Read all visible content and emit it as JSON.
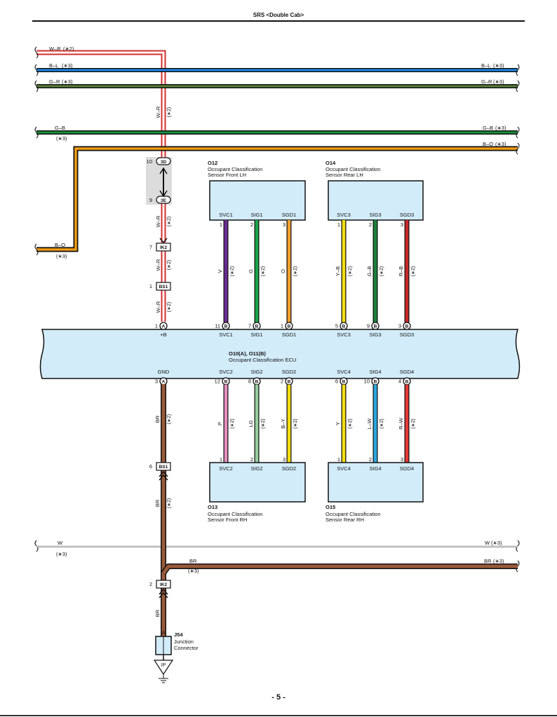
{
  "header": {
    "title": "SRS <Double Cab>"
  },
  "footer": {
    "page": "- 5 -"
  },
  "colors": {
    "W-R": "#d32f2f",
    "B-L": "#1e88e5",
    "G-R": "#2e9e3e",
    "G-B": "#1b8f3a",
    "B-O": "#f39c12",
    "V": "#6a2c91",
    "G": "#1aa34a",
    "O": "#f0a030",
    "Y-B": "#f5dd10",
    "G-B2": "#1b7f3a",
    "R-B": "#c62828",
    "P": "#e78fbf",
    "LG": "#98cfa0",
    "B-Y": "#f5dd10",
    "Y": "#f5dd10",
    "L-W": "#29a9e0",
    "R-W": "#e53935",
    "BR": "#9a5a3a",
    "W": "#bdbdbd",
    "box": "#d3ecfa",
    "connector": "#dcdcdc"
  },
  "buses": {
    "wr": {
      "name": "W–R",
      "ref": "(∗2)"
    },
    "bl": {
      "name": "B–L",
      "ref": "(∗3)",
      "name_r": "B–L",
      "ref_r": "(∗3)"
    },
    "gr": {
      "name": "G–R",
      "ref": "(∗3)",
      "name_r": "G–R",
      "ref_r": "(∗3)"
    },
    "gb": {
      "name": "G–B",
      "ref": "(∗3)",
      "name_r": "G–B",
      "ref_r": "(∗3)"
    },
    "bo": {
      "name_r": "B–O",
      "ref_r": "(∗3)",
      "name_l": "B–O",
      "ref_l": "(∗3)"
    },
    "w": {
      "name": "W",
      "ref": "(∗3)",
      "name_r": "W",
      "ref_r": "(∗3)"
    },
    "br": {
      "name": "BR",
      "ref": "(∗3)",
      "name_r": "BR",
      "ref_r": "(∗3)"
    }
  },
  "left_feed": {
    "wire_label": "W–R",
    "ref": "(∗2)",
    "conn_3d": {
      "pin": "10",
      "id": "3D"
    },
    "conn_3e": {
      "pin": "9",
      "id": "3E"
    },
    "conn_ik2": {
      "pin": "7",
      "id": "IK2"
    },
    "conn_bs1": {
      "pin": "1",
      "id": "BS1"
    }
  },
  "ecu": {
    "title": "O10(A), O11(B)",
    "subtitle": "Occupant Classification ECU",
    "top_pins": [
      {
        "num": "1",
        "conn": "A",
        "label": "+B"
      },
      {
        "num": "11",
        "conn": "B",
        "label": "SVC1"
      },
      {
        "num": "7",
        "conn": "B",
        "label": "SIG1"
      },
      {
        "num": "1",
        "conn": "B",
        "label": "SGD1"
      },
      {
        "num": "5",
        "conn": "B",
        "label": "SVC3"
      },
      {
        "num": "9",
        "conn": "B",
        "label": "SIG3"
      },
      {
        "num": "3",
        "conn": "B",
        "label": "SGD3"
      }
    ],
    "bottom_pins": [
      {
        "num": "3",
        "conn": "A",
        "label": "GND"
      },
      {
        "num": "12",
        "conn": "B",
        "label": "SVC2"
      },
      {
        "num": "8",
        "conn": "B",
        "label": "SIG2"
      },
      {
        "num": "2",
        "conn": "B",
        "label": "SGD2"
      },
      {
        "num": "6",
        "conn": "B",
        "label": "SVC4"
      },
      {
        "num": "10",
        "conn": "B",
        "label": "SIG4"
      },
      {
        "num": "4",
        "conn": "B",
        "label": "SGD4"
      }
    ]
  },
  "sensors": {
    "o12": {
      "id": "O12",
      "line1": "Occupant Classification",
      "line2": "Sensor Front LH",
      "pins": [
        {
          "num": "1",
          "label": "SVC1"
        },
        {
          "num": "2",
          "label": "SIG1"
        },
        {
          "num": "3",
          "label": "SGD1"
        }
      ]
    },
    "o14": {
      "id": "O14",
      "line1": "Occupant Classification",
      "line2": "Sensor Rear LH",
      "pins": [
        {
          "num": "1",
          "label": "SVC3"
        },
        {
          "num": "2",
          "label": "SIG3"
        },
        {
          "num": "3",
          "label": "SGD3"
        }
      ]
    },
    "o13": {
      "id": "O13",
      "line1": "Occupant Classification",
      "line2": "Sensor Front RH",
      "pins": [
        {
          "num": "1",
          "label": "SVC2"
        },
        {
          "num": "2",
          "label": "SIG2"
        },
        {
          "num": "3",
          "label": "SGD2"
        }
      ]
    },
    "o15": {
      "id": "O15",
      "line1": "Occupant Classification",
      "line2": "Sensor Rear RH",
      "pins": [
        {
          "num": "1",
          "label": "SVC4"
        },
        {
          "num": "2",
          "label": "SIG4"
        },
        {
          "num": "3",
          "label": "SGD4"
        }
      ]
    }
  },
  "top_wires": [
    {
      "code": "V",
      "ref": "(∗2)",
      "color": "#6a2c91",
      "stripe": ""
    },
    {
      "code": "G",
      "ref": "(∗2)",
      "color": "#1aa34a",
      "stripe": ""
    },
    {
      "code": "O",
      "ref": "(∗2)",
      "color": "#f0a030",
      "stripe": ""
    },
    {
      "code": "Y–B",
      "ref": "(∗2)",
      "color": "#f5dd10",
      "stripe": ""
    },
    {
      "code": "G–B",
      "ref": "(∗2)",
      "color": "#1b7f3a",
      "stripe": ""
    },
    {
      "code": "R–B",
      "ref": "(∗2)",
      "color": "#c62828",
      "stripe": ""
    }
  ],
  "bottom_wires": [
    {
      "code": "P",
      "ref": "(∗2)",
      "color": "#e78fbf",
      "stripe": ""
    },
    {
      "code": "LG",
      "ref": "(∗2)",
      "color": "#98cfa0",
      "stripe": ""
    },
    {
      "code": "B–Y",
      "ref": "(∗2)",
      "color": "#f5dd10",
      "stripe": ""
    },
    {
      "code": "Y",
      "ref": "(∗2)",
      "color": "#f5dd10",
      "stripe": ""
    },
    {
      "code": "L–W",
      "ref": "(∗2)",
      "color": "#29a9e0",
      "stripe": ""
    },
    {
      "code": "R–W",
      "ref": "(∗2)",
      "color": "#e53935",
      "stripe": ""
    }
  ],
  "gnd_feed": {
    "wire_label": "BR",
    "ref": "(∗2)",
    "conn_bs1": {
      "pin": "6",
      "id": "BS1"
    },
    "conn_ik2": {
      "pin": "2",
      "id": "IK2"
    },
    "junction": {
      "pin": "A",
      "id": "J54",
      "line1": "Junction",
      "line2": "Connector"
    },
    "ground": {
      "label": "IP"
    }
  }
}
